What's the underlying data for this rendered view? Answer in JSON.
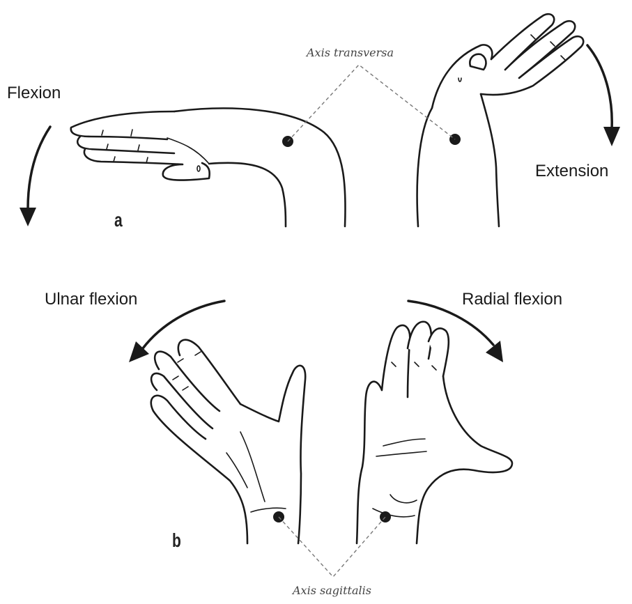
{
  "panel_a": {
    "label": "a",
    "axis_label": "Axis transversa",
    "motion_left": "Flexion",
    "motion_right": "Extension"
  },
  "panel_b": {
    "label": "b",
    "axis_label": "Axis sagittalis",
    "motion_left": "Ulnar flexion",
    "motion_right": "Radial flexion"
  }
}
